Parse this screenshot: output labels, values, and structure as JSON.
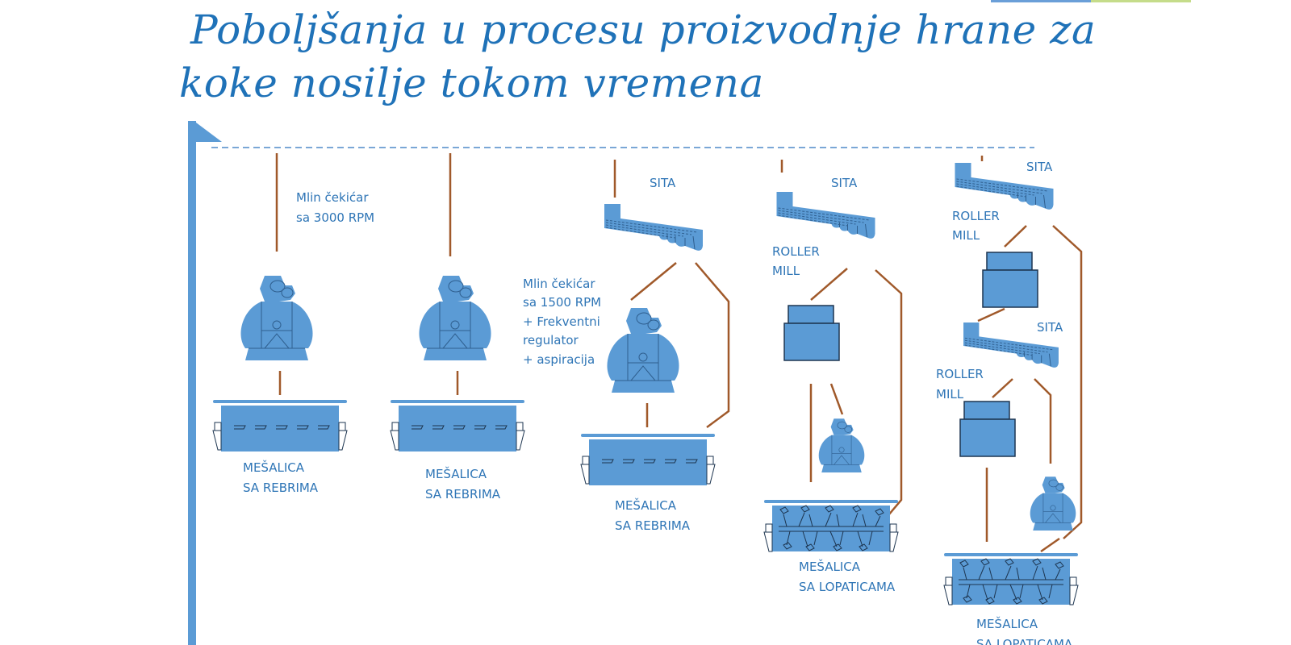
{
  "title": {
    "line1": "Poboljšanja u procesu proizvodnje hrane za",
    "line2": "koke nosilje tokom vremena"
  },
  "colors": {
    "accent": "#1f72b8",
    "equipment": "#5b9bd5",
    "flow_line": "#a0592a",
    "bar_blue": "#6a9fd8",
    "bar_green": "#c5dc8a"
  },
  "stages": [
    {
      "mill_label": [
        "Mlin čekićar",
        "sa 3000 RPM"
      ],
      "mixer_label": [
        "MEŠALICA",
        "SA REBRIMA"
      ]
    },
    {
      "mixer_label": [
        "MEŠALICA",
        "SA REBRIMA"
      ]
    },
    {
      "sieve_label": "SITA",
      "mill_label": [
        "Mlin čekićar",
        "sa 1500 RPM",
        "+ Frekventni",
        "regulator",
        "+ aspiracija"
      ],
      "mixer_label": [
        "MEŠALICA",
        "SA REBRIMA"
      ]
    },
    {
      "sieve_label": "SITA",
      "roller_label": [
        "ROLLER",
        "MILL"
      ],
      "mixer_label": [
        "MEŠALICA",
        "SA LOPATICAMA"
      ]
    },
    {
      "sieve_label": "SITA",
      "roller_label": [
        "ROLLER",
        "MILL"
      ],
      "sieve2_label": "SITA",
      "roller2_label": [
        "ROLLER",
        "MILL"
      ],
      "mixer_label": [
        "MEŠALICA",
        "SA LOPATICAMA"
      ]
    }
  ]
}
